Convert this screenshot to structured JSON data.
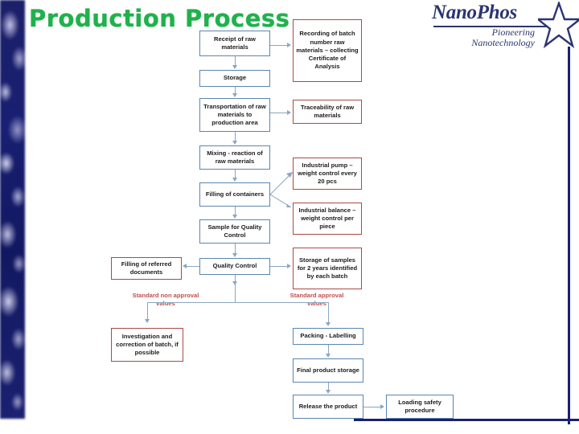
{
  "slide": {
    "title": "Production Process",
    "background": "#ffffff",
    "accent_green": "#20b14c",
    "accent_navy": "#1a2070",
    "box_blue": "#5b86ae",
    "box_red": "#a84a47",
    "label_red": "#c0504d"
  },
  "logo": {
    "brand": "NanoPhos",
    "tagline_line1": "Pioneering",
    "tagline_line2": "Nanotechnology",
    "star_icon": "star-icon"
  },
  "flow": {
    "main_steps": [
      {
        "id": "receipt",
        "label": "Receipt of raw materials"
      },
      {
        "id": "storage",
        "label": "Storage"
      },
      {
        "id": "transportation",
        "label": "Transportation of raw materials to production area"
      },
      {
        "id": "mixing",
        "label": "Mixing - reaction of raw materials"
      },
      {
        "id": "filling",
        "label": "Filling of containers"
      },
      {
        "id": "sample",
        "label": "Sample for Quality Control"
      },
      {
        "id": "quality",
        "label": "Quality Control"
      },
      {
        "id": "packing",
        "label": "Packing - Labelling"
      },
      {
        "id": "final_storage",
        "label": "Final product storage"
      },
      {
        "id": "release",
        "label": "Release the product"
      },
      {
        "id": "loading",
        "label": "Loading safety procedure"
      }
    ],
    "record_steps": [
      {
        "id": "recording",
        "label": "Recording of batch number raw materials – collecting Certificate of Analysis"
      },
      {
        "id": "traceability",
        "label": "Traceability of raw materials"
      },
      {
        "id": "pump",
        "label": "Industrial pump – weight control every 20 pcs"
      },
      {
        "id": "balance",
        "label": "Industrial balance – weight control per piece"
      },
      {
        "id": "samples",
        "label": "Storage of samples for 2 years identified by each batch"
      },
      {
        "id": "documents",
        "label": "Filling of referred documents"
      },
      {
        "id": "investigation",
        "label": "Investigation and correction of batch, if possible"
      }
    ],
    "branch_labels": [
      {
        "id": "non_approval",
        "label": "Standard non approval values"
      },
      {
        "id": "approval",
        "label": "Standard approval values"
      }
    ]
  }
}
